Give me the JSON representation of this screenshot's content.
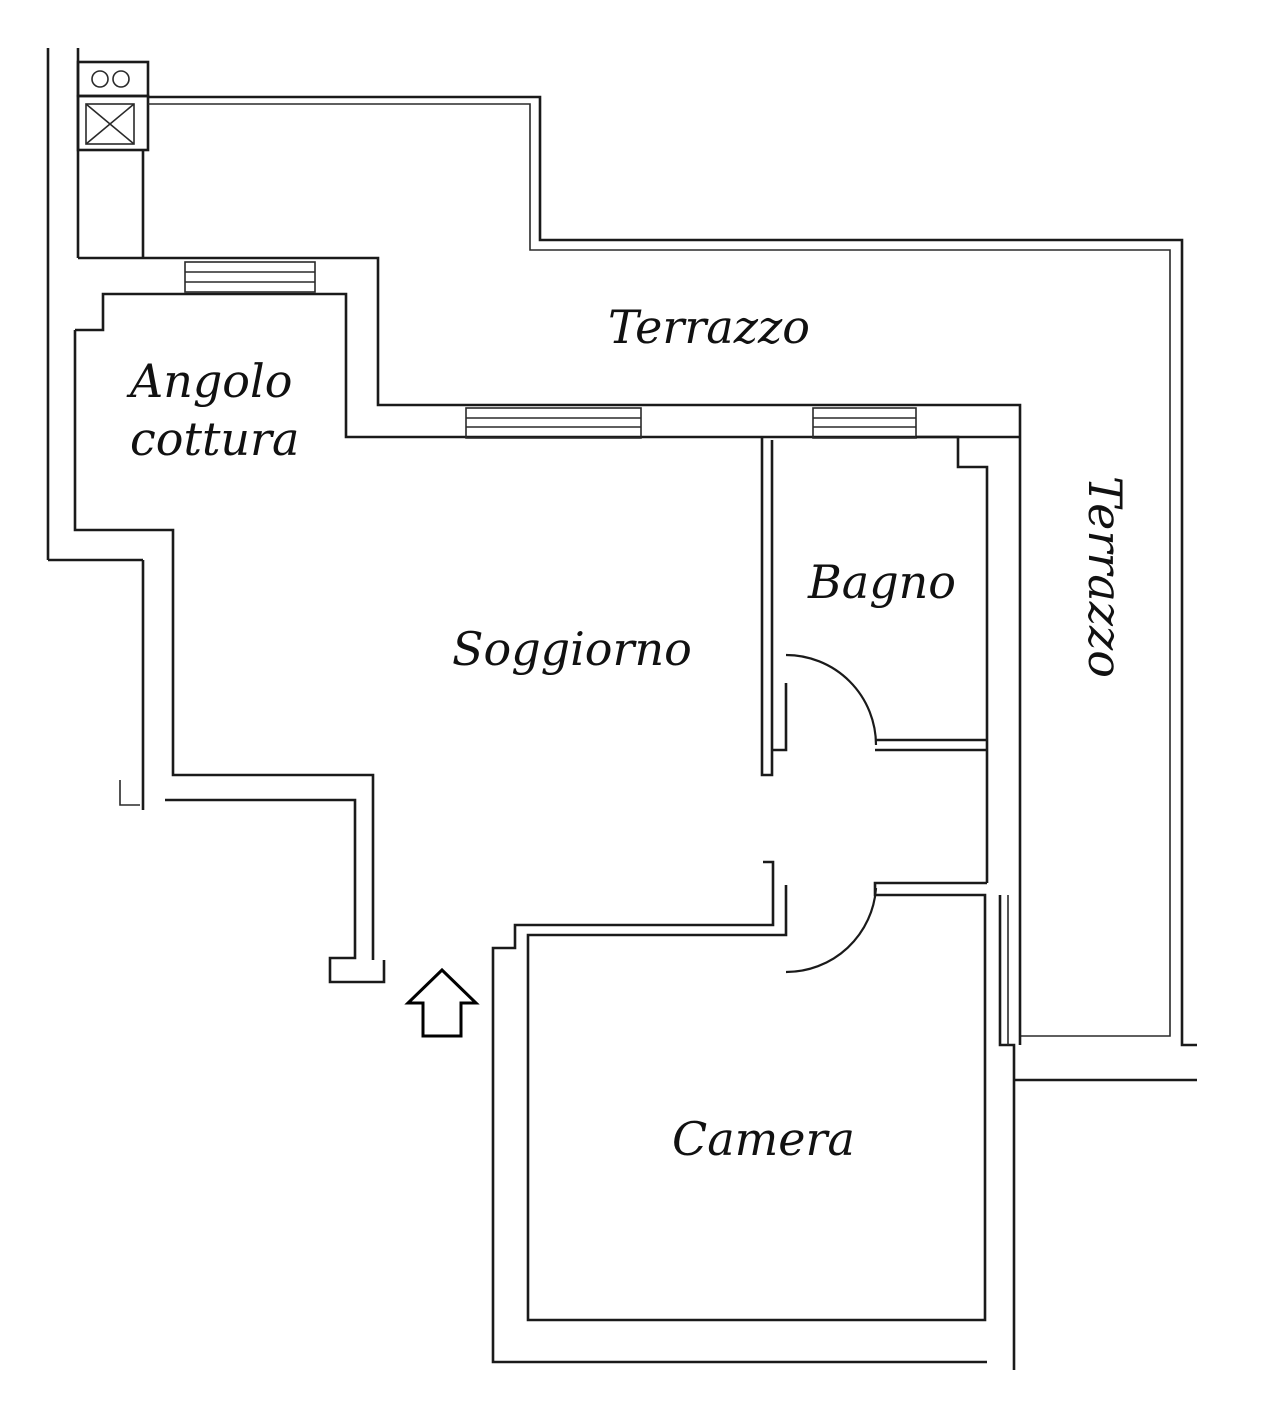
{
  "plan": {
    "rooms": {
      "terrazzo_top": "Terrazzo",
      "terrazzo_side": "Terrazzo",
      "angolo_line1": "Angolo",
      "angolo_line2": "cottura",
      "soggiorno": "Soggiorno",
      "bagno": "Bagno",
      "camera": "Camera"
    },
    "icons": {
      "entrance": "entrance-arrow-icon",
      "stove": "stove-icon",
      "sink": "sink-icon"
    },
    "colors": {
      "wall": "#1a1a1a",
      "background": "#ffffff"
    }
  }
}
